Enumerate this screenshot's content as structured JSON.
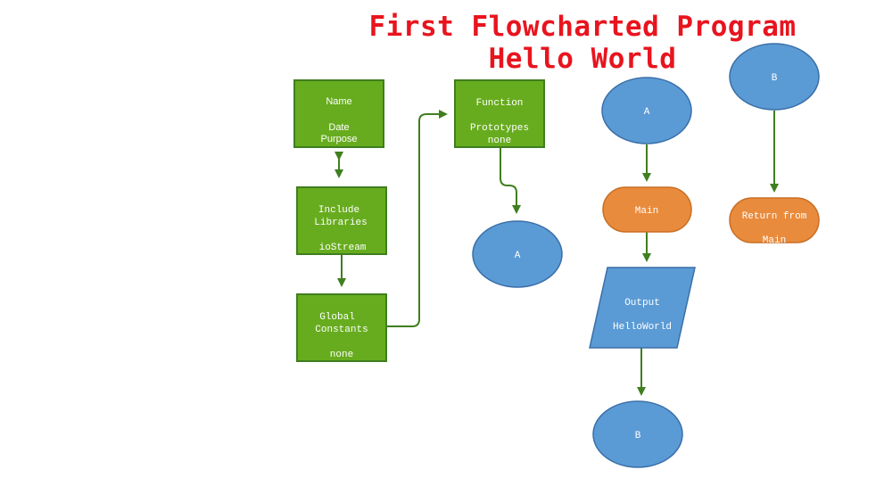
{
  "title": {
    "line1": "First Flowcharted Program",
    "line2": "Hello World"
  },
  "nodes": {
    "header": {
      "line1": "Name",
      "line2": "Date",
      "line3": "Purpose"
    },
    "include": {
      "line1": "Include",
      "line2": "Libraries",
      "line3": "ioStream"
    },
    "globals": {
      "line1": "Global",
      "line2": "Constants",
      "line3": "none"
    },
    "function": {
      "line1": "Function",
      "line2": "Prototypes",
      "line3": "none"
    },
    "connector_a_bottom": "A",
    "connector_a_top": "A",
    "main": "Main",
    "output": {
      "line1": "Output",
      "line2": "HelloWorld"
    },
    "connector_b_bottom": "B",
    "connector_b_top": "B",
    "return": {
      "line1": "Return from",
      "line2": "Main"
    }
  },
  "colors": {
    "title": "#e8141e",
    "process": "#67ac1e",
    "connector": "#5b9bd5",
    "terminal": "#e98b3c",
    "line": "#3f7f1f"
  }
}
